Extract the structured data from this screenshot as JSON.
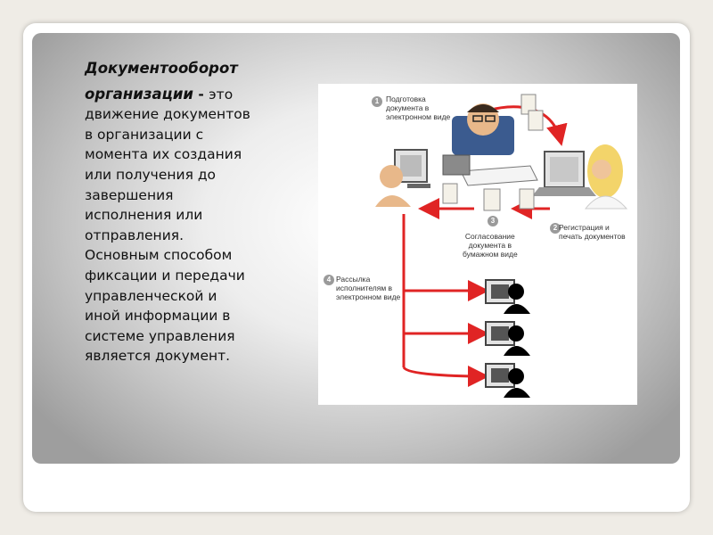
{
  "text": {
    "heading_line1": "Документооборот",
    "heading_line2": "организации",
    "dash": " - ",
    "intro": "это",
    "body_lines": [
      "движение документов",
      "в организации с",
      "момента их создания",
      "или получения до",
      "завершения",
      "исполнения или",
      "отправления.",
      "Основным способом",
      "фиксации и передачи",
      "управленческой и",
      "иной информации в",
      "системе управления",
      "является документ."
    ]
  },
  "diagram": {
    "steps": [
      {
        "number": "1",
        "lines": [
          "Подготовка",
          "документа в",
          "электронном виде"
        ]
      },
      {
        "number": "2",
        "lines": [
          "Регистрация и",
          "печать документов"
        ]
      },
      {
        "number": "3",
        "lines": [
          "Согласование",
          "документа в",
          "бумажном виде"
        ]
      },
      {
        "number": "4",
        "lines": [
          "Рассылка",
          "исполнителям в",
          "электронном виде"
        ]
      }
    ],
    "colors": {
      "arrow": "#e02424",
      "badge": "#9a9a9a"
    }
  }
}
